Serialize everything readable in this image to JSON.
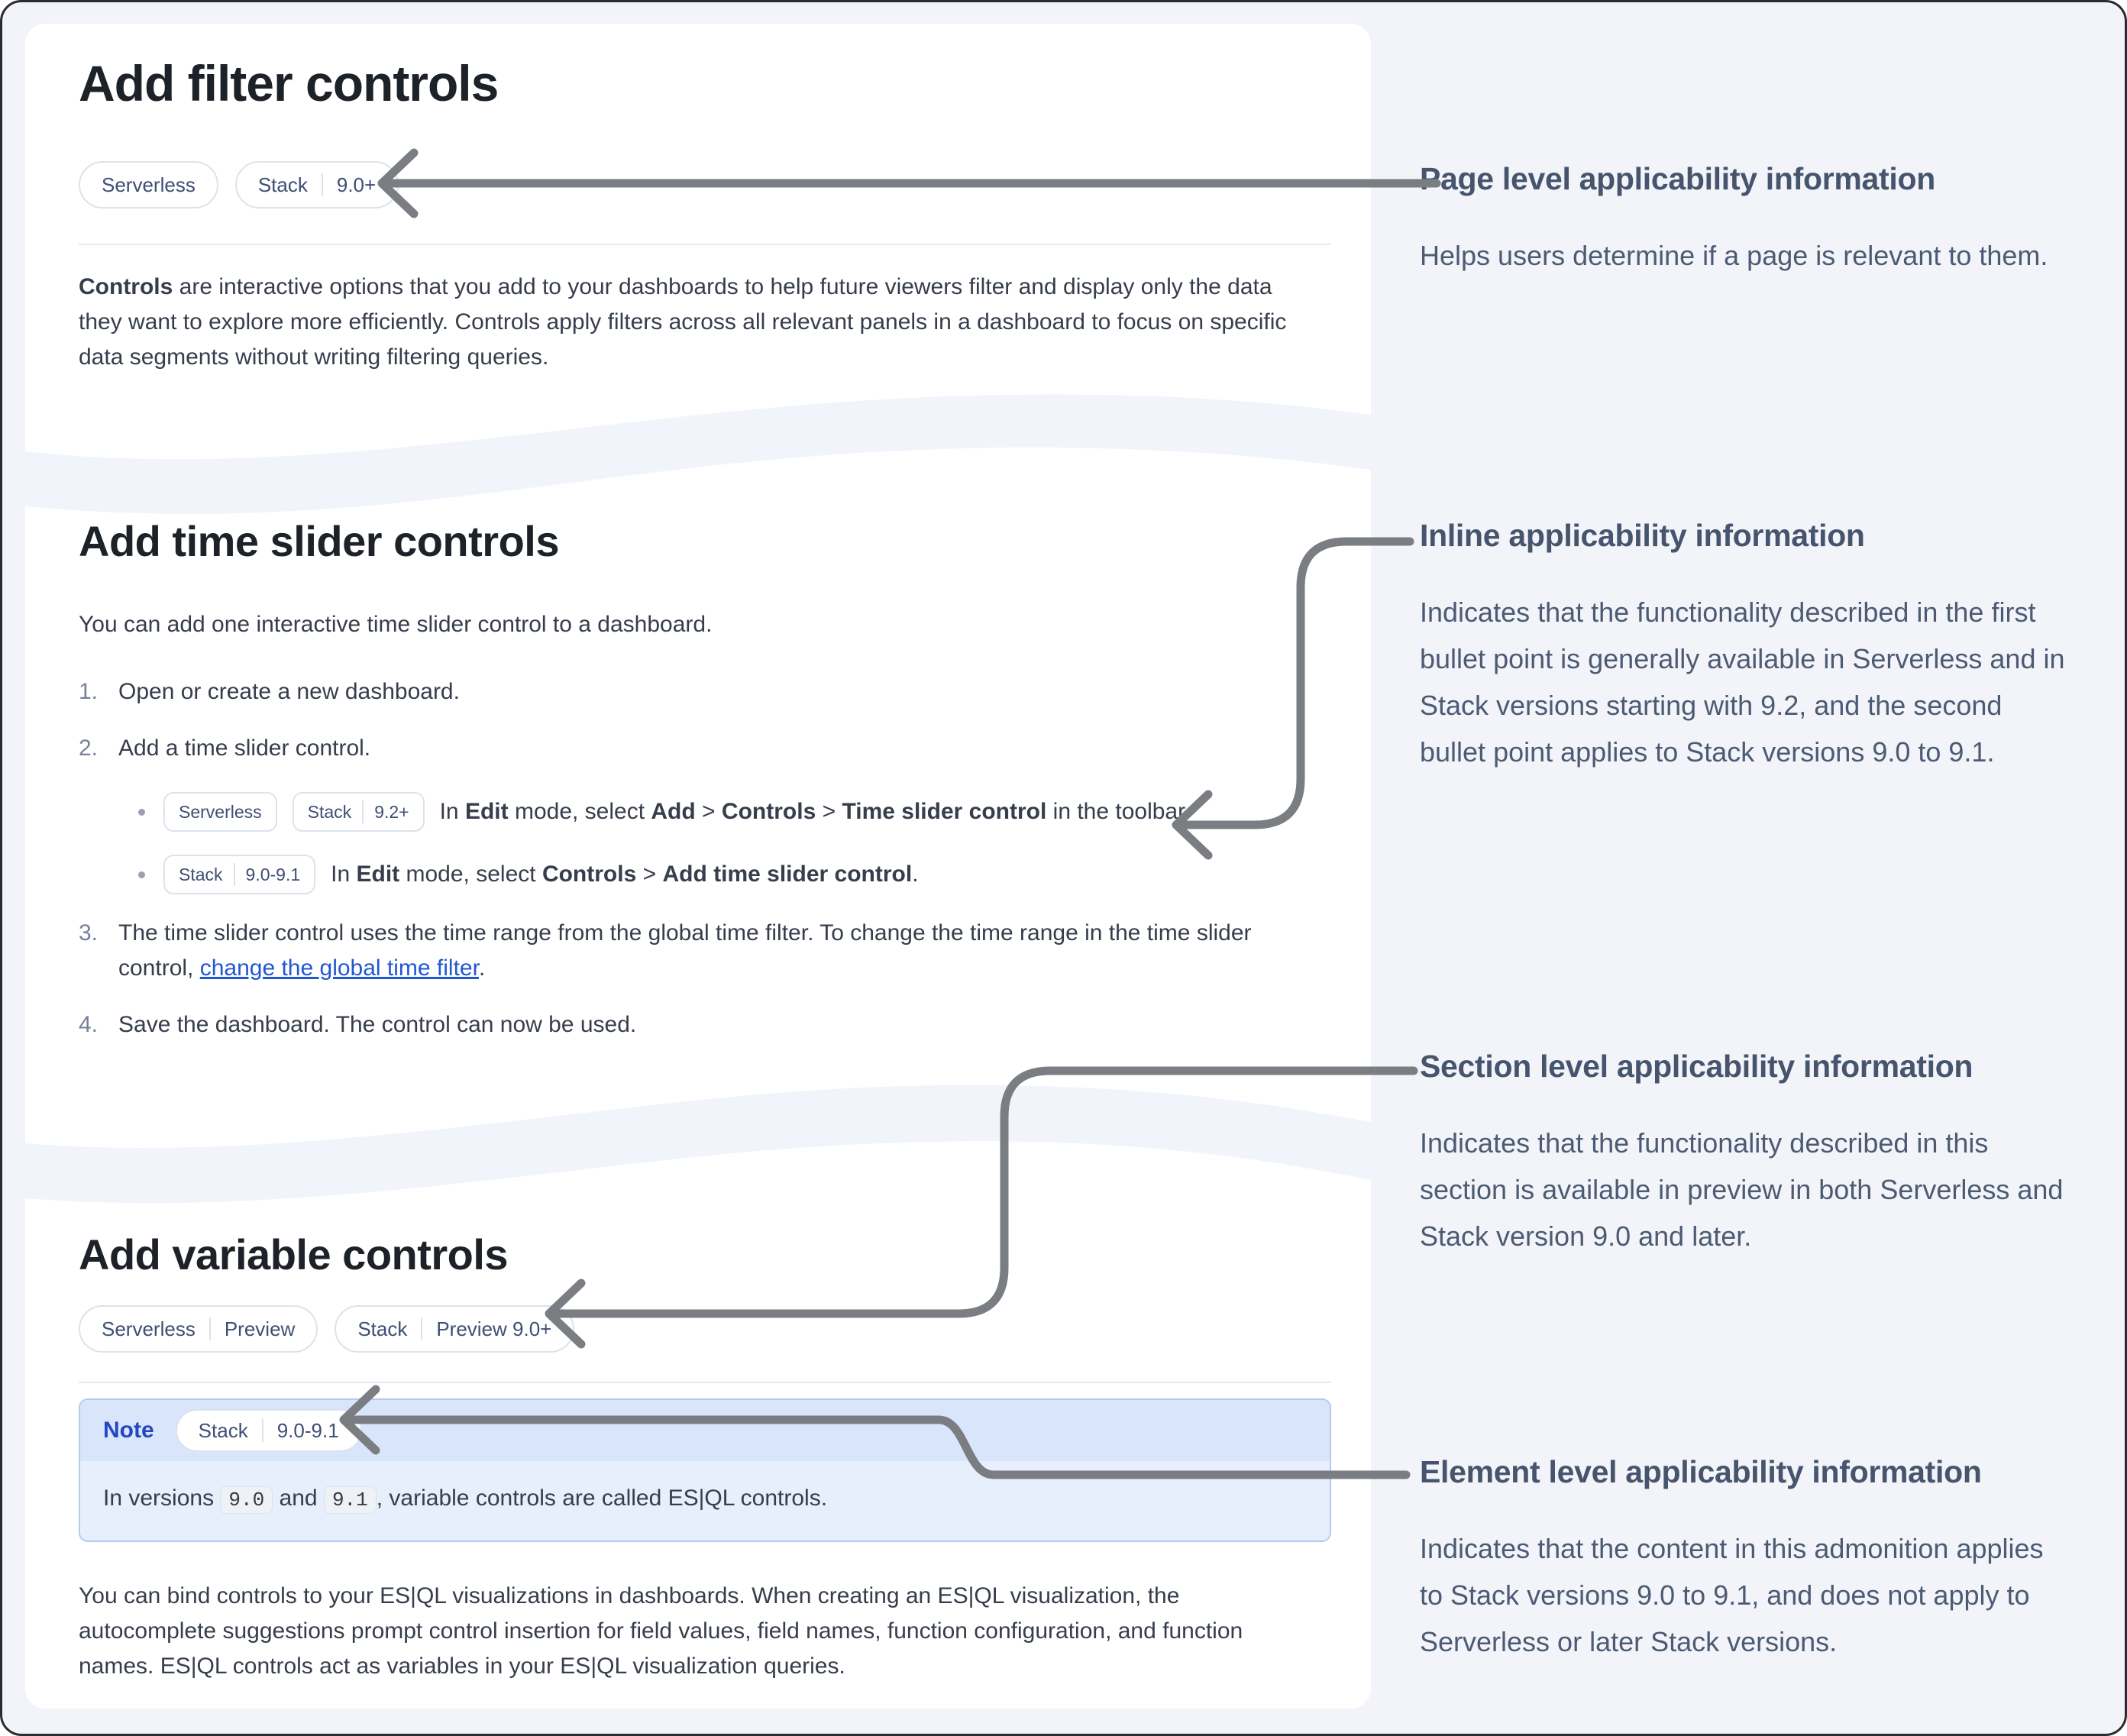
{
  "colors": {
    "page_background": "#f2f4f9",
    "card_background": "#ffffff",
    "arrow_gray": "#7a7d82",
    "link_blue": "#2157d2",
    "note_title_blue": "#2446c0",
    "note_border_blue": "#b5c9f1",
    "badge_text": "#3f4e73"
  },
  "sections": {
    "filter": {
      "title": "Add filter controls",
      "badges": [
        [
          "Serverless"
        ],
        [
          "Stack",
          "9.0+"
        ]
      ],
      "intro": [
        {
          "t": "Controls",
          "b": true
        },
        {
          "t": " are interactive options that you add to your dashboards to help future viewers filter and display only the data they want to explore more efficiently. Controls apply filters across all relevant panels in a dashboard to focus on specific data segments without writing filtering queries."
        }
      ]
    },
    "timeslider": {
      "title": "Add time slider controls",
      "intro": "You can add one interactive time slider control to a dashboard.",
      "steps": {
        "s1": {
          "num": "1.",
          "text": "Open or create a new dashboard."
        },
        "s2": {
          "num": "2.",
          "text": "Add a time slider control."
        },
        "s3": {
          "num": "3.",
          "text": [
            {
              "t": "The time slider control uses the time range from the global time filter. To change the time range in the time slider control, "
            },
            {
              "t": "change the global time filter",
              "link": true
            },
            {
              "t": "."
            }
          ]
        },
        "s4": {
          "num": "4.",
          "text": "Save the dashboard. The control can now be used."
        }
      },
      "bullets": [
        {
          "badges": [
            [
              "Serverless"
            ],
            [
              "Stack",
              "9.2+"
            ]
          ],
          "text": [
            {
              "t": "In "
            },
            {
              "t": "Edit",
              "b": true
            },
            {
              "t": " mode, select "
            },
            {
              "t": "Add",
              "b": true
            },
            {
              "t": " > "
            },
            {
              "t": "Controls",
              "b": true
            },
            {
              "t": " > "
            },
            {
              "t": "Time slider control",
              "b": true
            },
            {
              "t": " in the toolbar."
            }
          ]
        },
        {
          "badges": [
            [
              "Stack",
              "9.0-9.1"
            ]
          ],
          "text": [
            {
              "t": "In "
            },
            {
              "t": "Edit",
              "b": true
            },
            {
              "t": " mode, select "
            },
            {
              "t": "Controls",
              "b": true
            },
            {
              "t": " > "
            },
            {
              "t": "Add time slider control",
              "b": true
            },
            {
              "t": "."
            }
          ]
        }
      ]
    },
    "variable": {
      "title": "Add variable controls",
      "badges": [
        [
          "Serverless",
          "Preview"
        ],
        [
          "Stack",
          "Preview 9.0+"
        ]
      ],
      "note": {
        "label": "Note",
        "badge": [
          "Stack",
          "9.0-9.1"
        ],
        "body": [
          {
            "t": "In versions "
          },
          {
            "t": "9.0",
            "code": true
          },
          {
            "t": " and "
          },
          {
            "t": "9.1",
            "code": true
          },
          {
            "t": ", variable controls are called ES|QL controls."
          }
        ]
      },
      "paragraph": "You can bind controls to your ES|QL visualizations in dashboards. When creating an ES|QL visualization, the autocomplete suggestions prompt control insertion for field values, field names, function configuration, and function names. ES|QL controls act as variables in your ES|QL visualization queries."
    }
  },
  "annotations": [
    {
      "title": "Page level applicability information",
      "body": "Helps users determine if a page is relevant to them."
    },
    {
      "title": "Inline applicability information",
      "body": "Indicates that the functionality described in the first bullet point is generally available in Serverless and in Stack versions starting with 9.2, and the second bullet point applies to Stack versions 9.0 to 9.1."
    },
    {
      "title": "Section level applicability information",
      "body": "Indicates that the functionality described in this section is available in preview in both Serverless and Stack version 9.0 and later."
    },
    {
      "title": "Element level applicability information",
      "body": "Indicates that the content in this admonition applies to Stack versions 9.0 to 9.1, and does not apply to Serverless or later Stack versions."
    }
  ]
}
